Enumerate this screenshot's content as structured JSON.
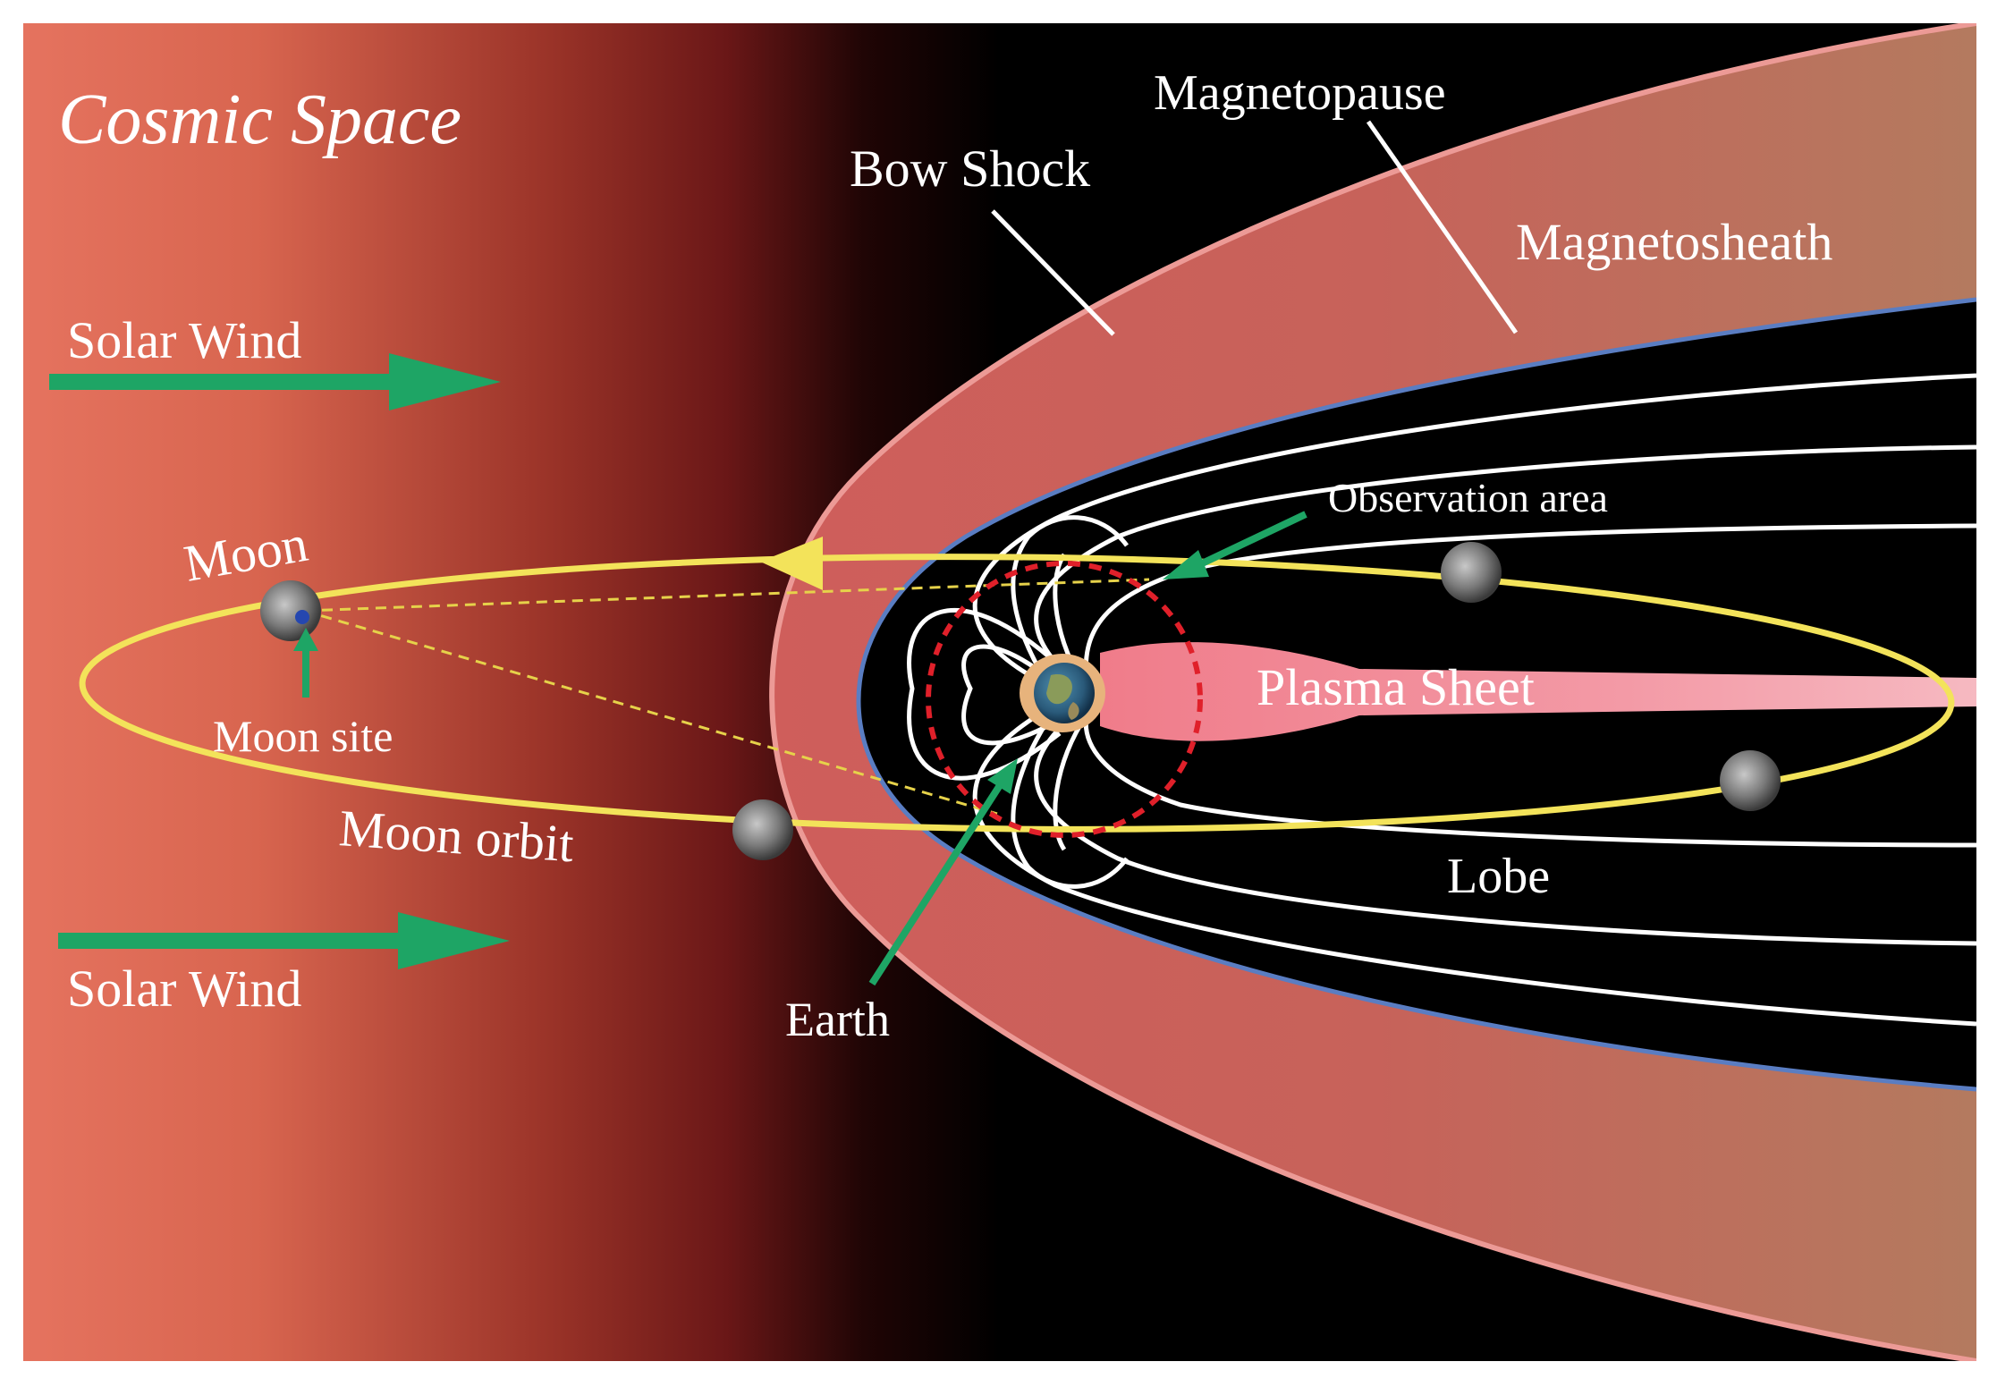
{
  "title": "Cosmic Space",
  "labels": {
    "magnetopause": "Magnetopause",
    "bow_shock": "Bow Shock",
    "magnetosheath": "Magnetosheath",
    "solar_wind_top": "Solar Wind",
    "solar_wind_bottom": "Solar Wind",
    "observation_area": "Observation area",
    "moon": "Moon",
    "moon_site": "Moon site",
    "moon_orbit": "Moon orbit",
    "plasma_sheet": "Plasma Sheet",
    "lobe": "Lobe",
    "earth": "Earth"
  },
  "colors": {
    "space_left": "#e3705e",
    "space_mid": "#7a1e1e",
    "space_dark": "#000000",
    "magnetosheath": "#c05a55",
    "magnetosheath_far": "#b87860",
    "magnetopause_line": "#5577bb",
    "bow_shock_edge": "#e89090",
    "orbit": "#f3e35a",
    "arrow": "#1ea565",
    "plasma_sheet": "#f08a96",
    "observation_ring": "#e0202a",
    "field_line": "#ffffff"
  }
}
